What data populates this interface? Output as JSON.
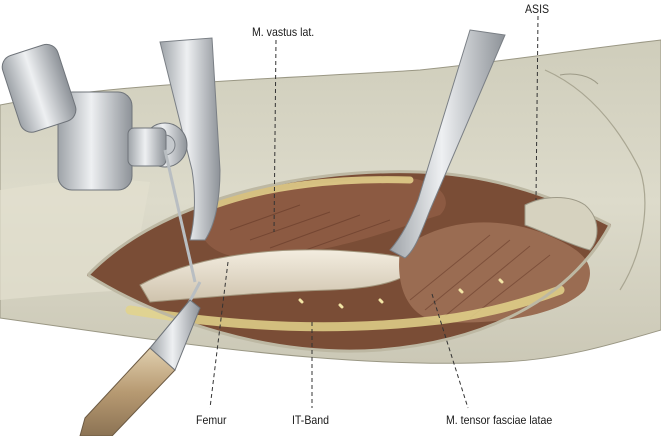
{
  "illustration": {
    "labels": {
      "vastus": "M. vastus lat.",
      "asis": "ASIS",
      "femur": "Femur",
      "itband": "IT-Band",
      "tensor": "M. tensor fasciae latae"
    },
    "colors": {
      "skin": "#d8d6c6",
      "muscle": "#8a5a40",
      "bone": "#e9e0cf",
      "fat": "#e8d98c",
      "steel": "#c4c8cc"
    }
  }
}
